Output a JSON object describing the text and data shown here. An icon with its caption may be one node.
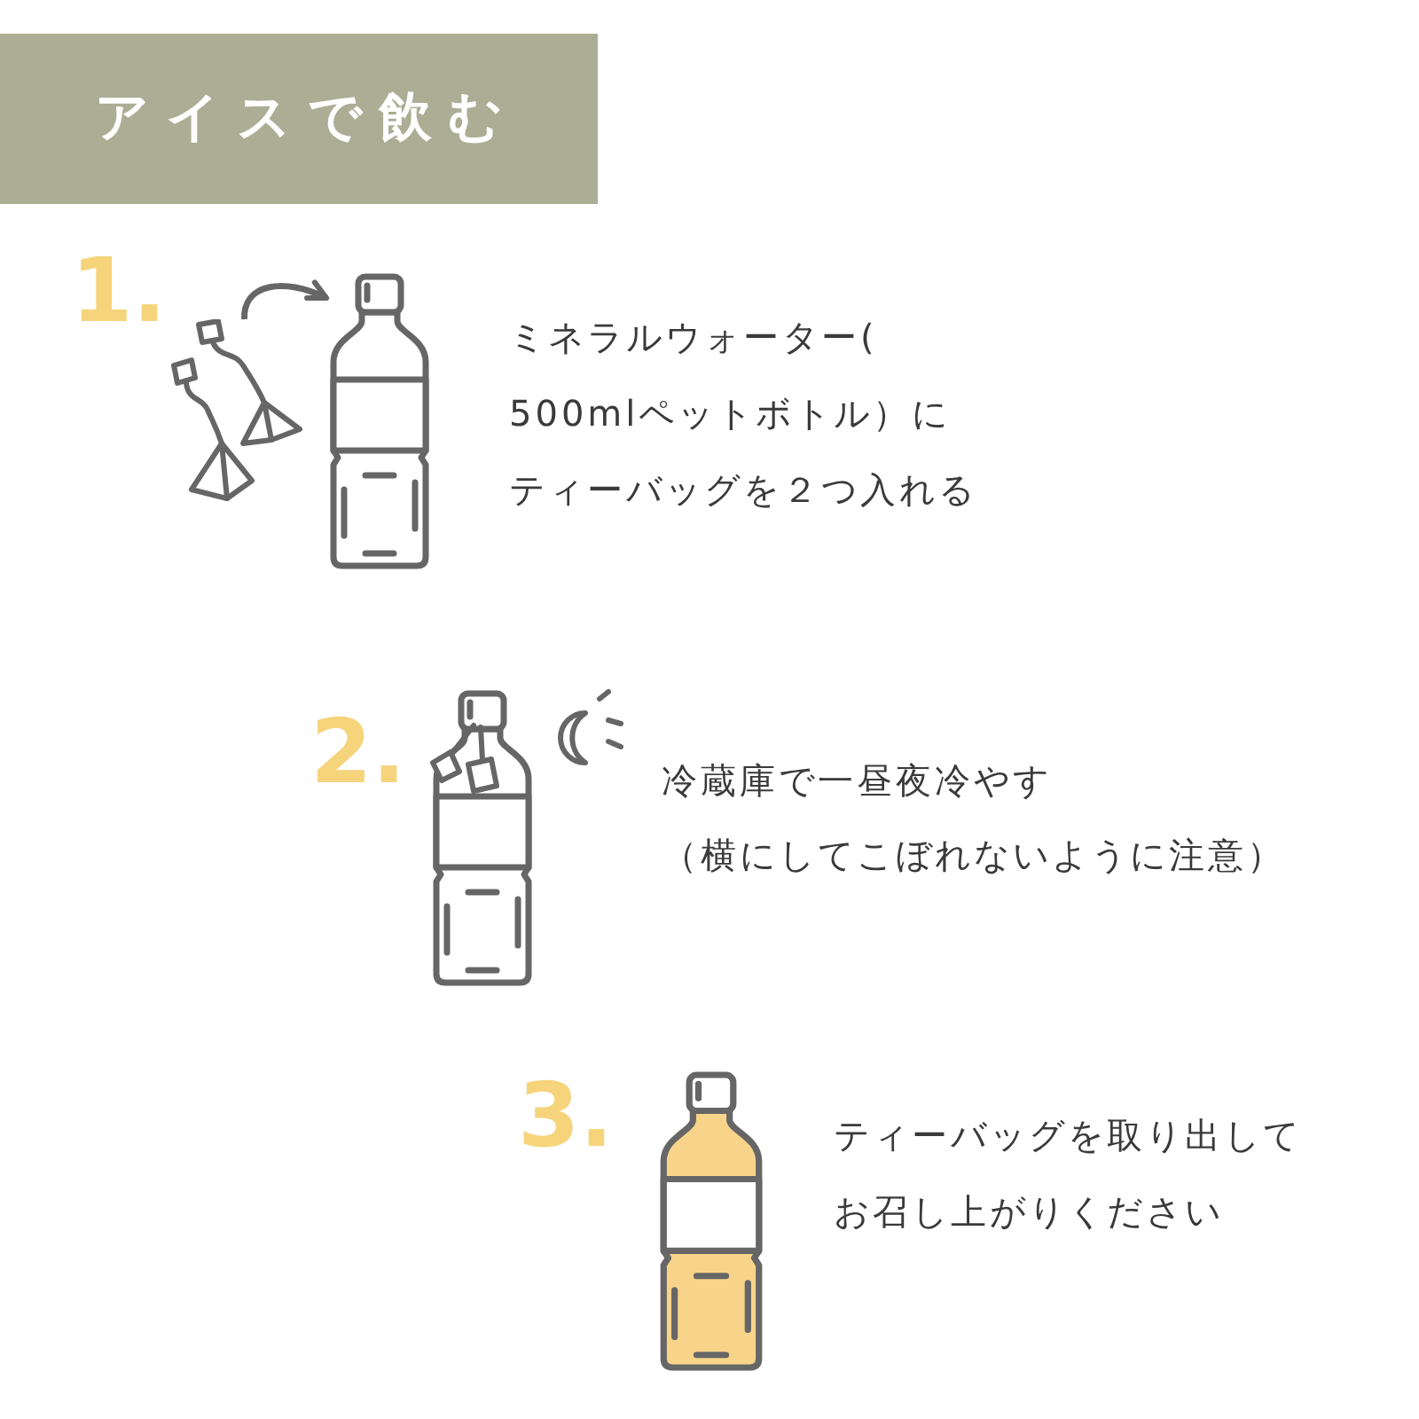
{
  "diagram": {
    "title": "アイスで飲む",
    "nodes": [
      {
        "text": [],
        "shape": "picture"
      },
      {
        "text": [],
        "shape": "picture"
      }
    ],
    "edges": [
      {
        "from": 0,
        "to": 1,
        "arrow": "to"
      }
    ],
    "labels": [
      "1.",
      "ミネラルウォーター( 500mlペットボトル）にティーバッグを２つ入れる",
      "2.",
      "冷蔵庫で一昼夜冷やす",
      "（横にしてこぼれないように注意）",
      "3.",
      "ティーバッグを取り出してお召し上がりください"
    ]
  }
}
